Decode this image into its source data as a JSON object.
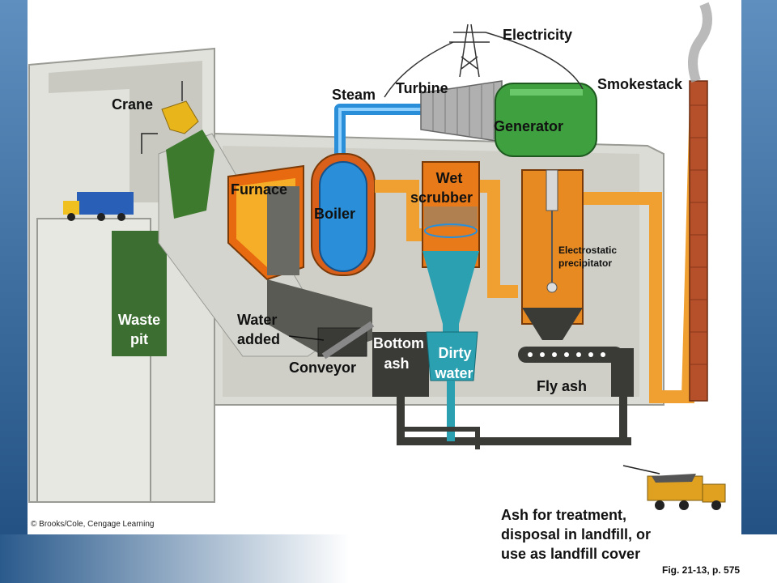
{
  "labels": {
    "electricity": "Electricity",
    "smokestack": "Smokestack",
    "steam": "Steam",
    "turbine": "Turbine",
    "crane": "Crane",
    "generator": "Generator",
    "wet_scrubber_1": "Wet",
    "wet_scrubber_2": "scrubber",
    "furnace": "Furnace",
    "boiler": "Boiler",
    "electrostatic_1": "Electrostatic",
    "electrostatic_2": "precipitator",
    "waste_pit_1": "Waste",
    "waste_pit_2": "pit",
    "water_added_1": "Water",
    "water_added_2": "added",
    "bottom_ash_1": "Bottom",
    "bottom_ash_2": "ash",
    "dirty_water_1": "Dirty",
    "dirty_water_2": "water",
    "conveyor": "Conveyor",
    "fly_ash": "Fly ash"
  },
  "caption": {
    "ash_treatment": "Ash for treatment,\ndisposal in landfill, or\nuse as landfill cover",
    "copyright": "© Brooks/Cole, Cengage Learning",
    "figure_ref": "Fig. 21-13, p. 575"
  },
  "colors": {
    "wall": "#d9d9d3",
    "wall_dark": "#8a8a84",
    "pipe_orange": "#f0a030",
    "steam_blue": "#2a8fd8",
    "generator_green": "#3fa040",
    "brick": "#b5502a",
    "ash_dark": "#3a3a36",
    "water_teal": "#2aa0b0"
  }
}
